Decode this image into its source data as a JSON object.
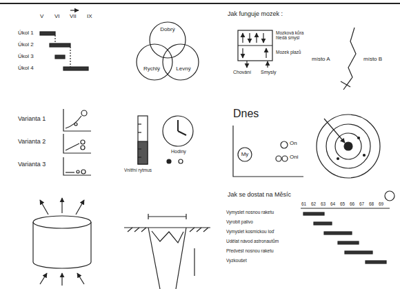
{
  "diagram": {
    "nodes": [
      {
        "text": [
          "Dobrý"
        ]
      },
      {
        "text": [
          "Rychlý"
        ]
      },
      {
        "text": [
          "Levný"
        ]
      },
      {
        "text": [
          "My"
        ]
      }
    ],
    "labels": [
      "V",
      "VI",
      "VII",
      "IX",
      "Úkol 1",
      "Úkol 2",
      "Úkol 3",
      "Úkol 4",
      "Jak funguje mozek :",
      "Mozková kůra hledá smysl",
      "Mozek plazů",
      "Chování",
      "Smysly",
      "místo A",
      "místo B",
      "Varianta 1",
      "Varianta 2",
      "Varianta 3",
      "Vnitřní rytmus",
      "Hodiny",
      "Dnes",
      "On",
      "Oni",
      "Jak se dostat na Měsíc",
      "61",
      "62",
      "63",
      "64",
      "65",
      "66",
      "67",
      "68",
      "69",
      "Vymyslet nosnou raketu",
      "Vyrobit palivo",
      "Vymyslet kosmickou loď",
      "Udělat návod astronautům",
      "Předvést nosnou raketu",
      "Vyzkoušet"
    ]
  }
}
